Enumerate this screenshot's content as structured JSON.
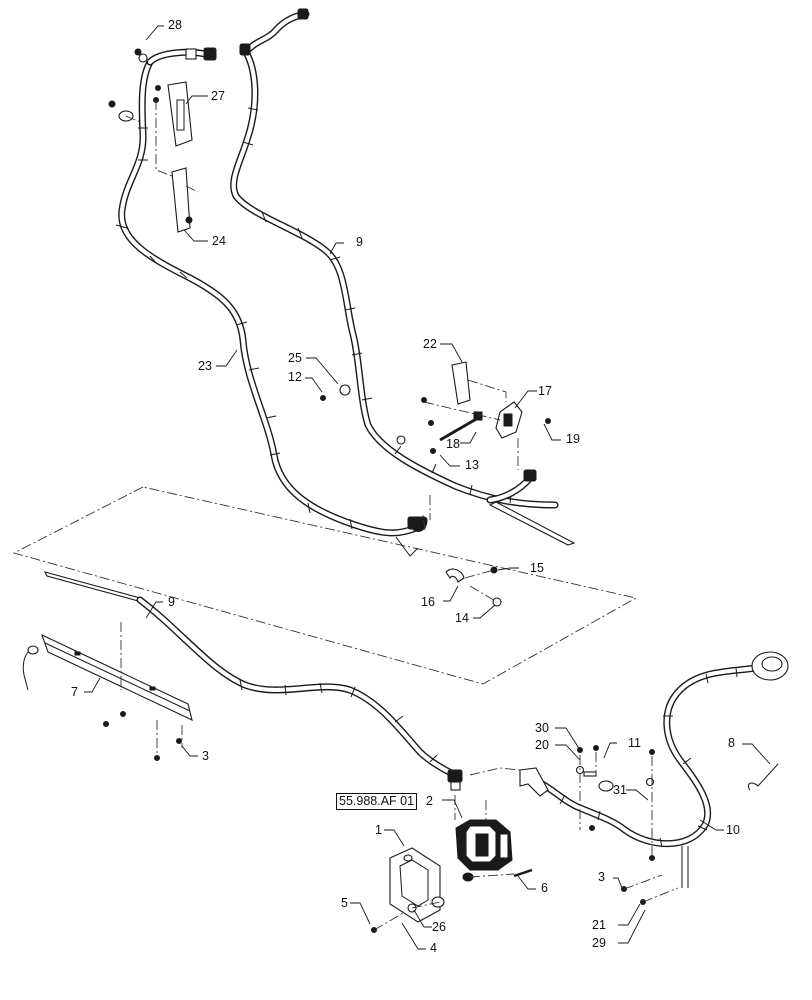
{
  "reference": "55.988.AF 01",
  "callouts": {
    "c1": "1",
    "c2": "2",
    "c3a": "3",
    "c3b": "3",
    "c4": "4",
    "c5": "5",
    "c6": "6",
    "c7": "7",
    "c8": "8",
    "c9a": "9",
    "c9b": "9",
    "c10": "10",
    "c11": "11",
    "c12": "12",
    "c13": "13",
    "c14": "14",
    "c15": "15",
    "c16": "16",
    "c17": "17",
    "c18": "18",
    "c19": "19",
    "c20": "20",
    "c21": "21",
    "c22": "22",
    "c23": "23",
    "c24": "24",
    "c25": "25",
    "c26": "26",
    "c27": "27",
    "c28": "28",
    "c29": "29",
    "c30": "30",
    "c31": "31"
  }
}
